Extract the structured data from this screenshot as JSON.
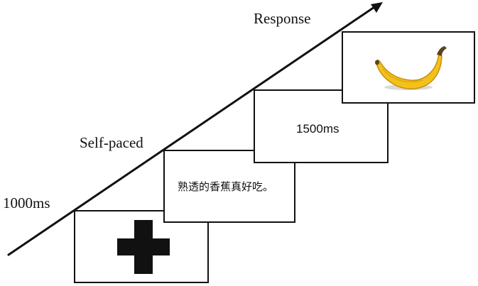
{
  "labels": {
    "fixation_duration": "1000ms",
    "sentence_duration": "Self-paced",
    "blank_duration": "1500ms",
    "picture_phase": "Response"
  },
  "sentence": {
    "text": "熟透的香蕉真好吃。"
  },
  "icons": {
    "fixation": "fixation-cross-icon",
    "target_picture": "banana-icon",
    "time_axis": "time-arrow-icon"
  },
  "colors": {
    "ink": "#111111",
    "panel_background": "#ffffff",
    "banana_yellow": "#f2c21a",
    "banana_shadow": "#c98f0c",
    "banana_stem": "#5a4420"
  }
}
